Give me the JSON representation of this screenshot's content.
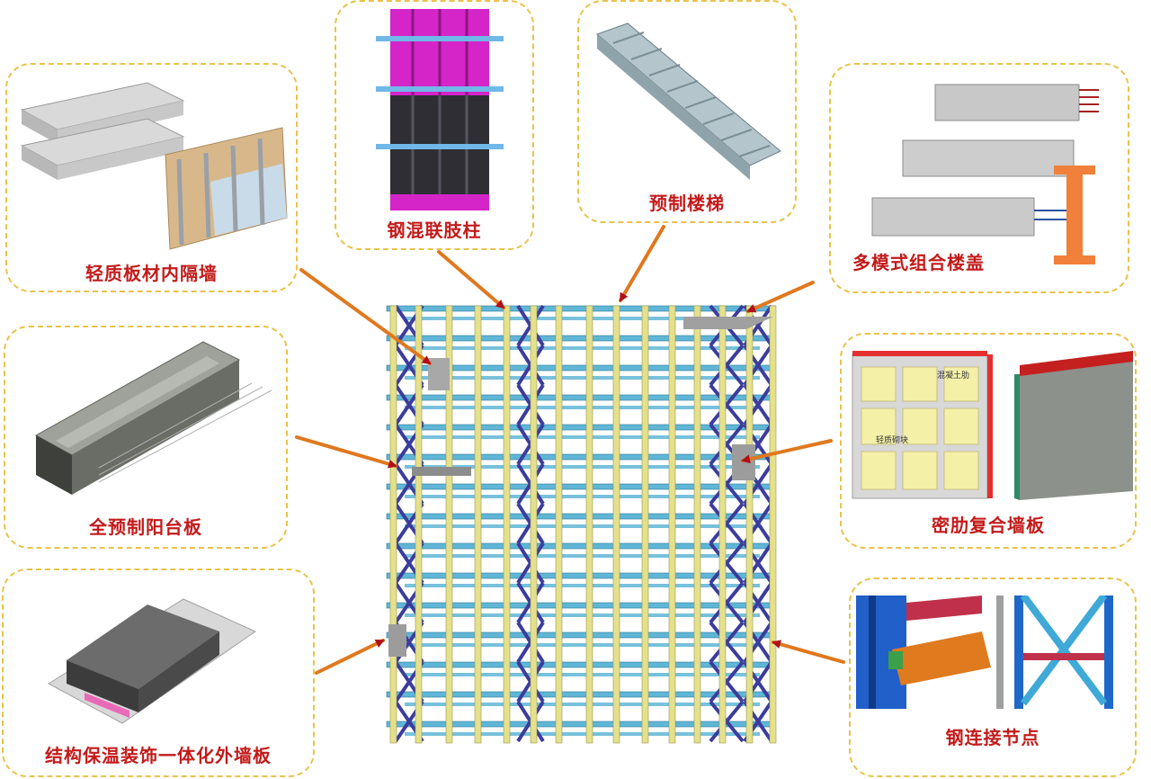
{
  "components": [
    {
      "id": "partition",
      "label": "轻质板材内隔墙"
    },
    {
      "id": "column",
      "label": "钢混联肢柱"
    },
    {
      "id": "stair",
      "label": "预制楼梯"
    },
    {
      "id": "floor",
      "label": "多模式组合楼盖"
    },
    {
      "id": "balcony",
      "label": "全预制阳台板"
    },
    {
      "id": "ribwall",
      "label": "密肋复合墙板"
    },
    {
      "id": "exterior",
      "label": "结构保温装饰一体化外墙板"
    },
    {
      "id": "joint",
      "label": "钢连接节点"
    }
  ],
  "ribwall_annotations": {
    "concrete_rib": "混凝土肋",
    "light_block": "轻质砌块"
  },
  "colors": {
    "label": "#c41a1a",
    "border": "#e8c34a",
    "arrow": "#e0781e",
    "column": "#e4e08c",
    "beam": "#5fb6d6",
    "brace": "#3b3c9c"
  }
}
